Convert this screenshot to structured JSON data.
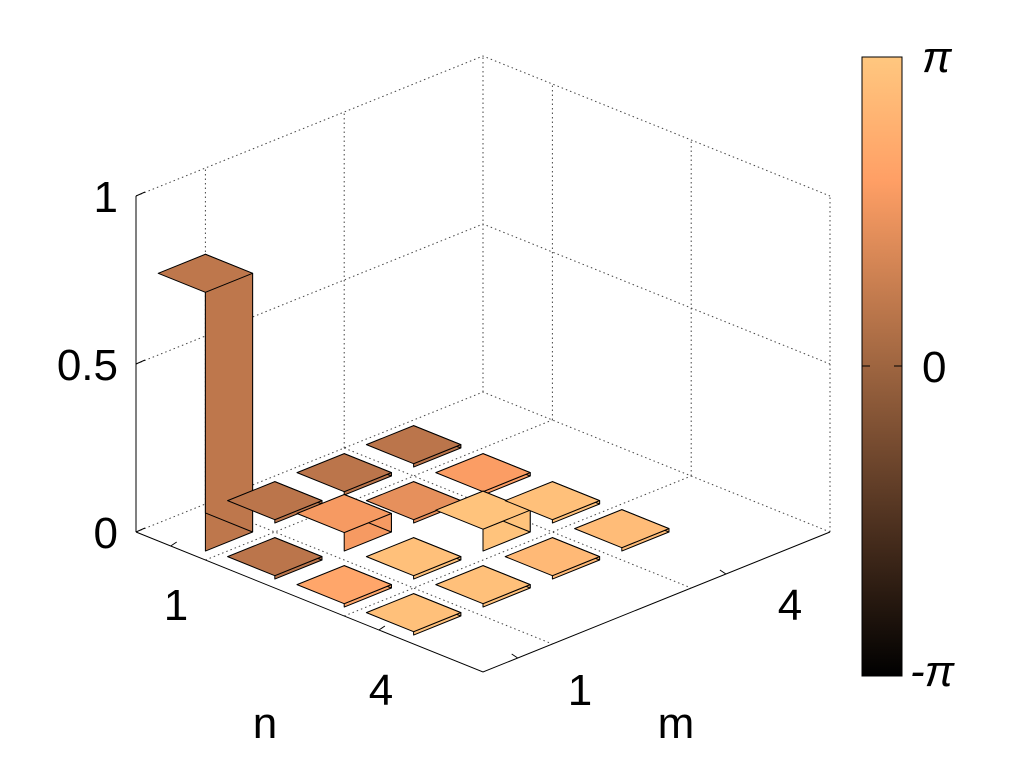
{
  "chart_data": {
    "type": "bar3d",
    "n_ticks": [
      "1",
      "4"
    ],
    "m_ticks": [
      "1",
      "4"
    ],
    "n_label": "n",
    "m_label": "m",
    "z_ticks": [
      "0",
      "0.5",
      "1"
    ],
    "zlim": [
      0,
      1
    ],
    "grid": "on",
    "colorbar": {
      "tick_labels": [
        "π",
        "0",
        "-π"
      ],
      "range": [
        -3.1416,
        3.1416
      ],
      "colormap": "copper"
    },
    "bars": [
      {
        "n": 1,
        "m": 1,
        "height": 0.77,
        "phase": 0.6
      },
      {
        "n": 1,
        "m": 2,
        "height": 0.01,
        "phase": 0.55
      },
      {
        "n": 1,
        "m": 3,
        "height": 0.01,
        "phase": 0.55
      },
      {
        "n": 1,
        "m": 4,
        "height": 0.01,
        "phase": 0.55
      },
      {
        "n": 2,
        "m": 1,
        "height": 0.01,
        "phase": 0.55
      },
      {
        "n": 2,
        "m": 2,
        "height": 0.055,
        "phase": 1.7
      },
      {
        "n": 2,
        "m": 3,
        "height": 0.01,
        "phase": 1.4
      },
      {
        "n": 2,
        "m": 4,
        "height": 0.01,
        "phase": 1.8
      },
      {
        "n": 3,
        "m": 1,
        "height": 0.01,
        "phase": 2.1
      },
      {
        "n": 3,
        "m": 2,
        "height": 0.01,
        "phase": 2.9
      },
      {
        "n": 3,
        "m": 3,
        "height": 0.065,
        "phase": 3.0
      },
      {
        "n": 3,
        "m": 4,
        "height": 0.01,
        "phase": 2.9
      },
      {
        "n": 4,
        "m": 1,
        "height": 0.01,
        "phase": 2.9
      },
      {
        "n": 4,
        "m": 2,
        "height": 0.01,
        "phase": 2.9
      },
      {
        "n": 4,
        "m": 3,
        "height": 0.01,
        "phase": 2.7
      },
      {
        "n": 4,
        "m": 4,
        "height": 0.01,
        "phase": 2.8
      }
    ]
  }
}
